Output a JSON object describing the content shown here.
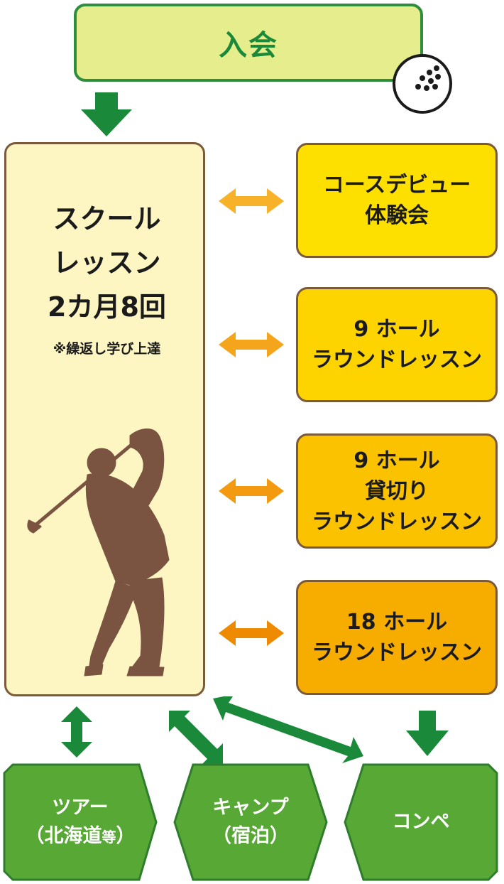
{
  "join": {
    "label": "入会"
  },
  "school": {
    "title_lines": [
      "スクール",
      "レッスン",
      "2カ月8回"
    ],
    "note": "※繰返し学び上達"
  },
  "round_lessons": [
    {
      "lines": [
        "コースデビュー",
        "体験会"
      ],
      "color": "#fde000"
    },
    {
      "lines": [
        "9 ホール",
        "ラウンドレッスン"
      ],
      "color": "#fdd300"
    },
    {
      "lines": [
        "9 ホール",
        "貸切り",
        "ラウンドレッスン"
      ],
      "color": "#fbc200"
    },
    {
      "lines": [
        "18 ホール",
        "ラウンドレッスン"
      ],
      "color": "#f7ad00"
    }
  ],
  "events": {
    "tour": {
      "line1": "ツアー",
      "line2_main": "（北海道",
      "line2_small": "等",
      "line2_end": "）"
    },
    "camp": {
      "line1": "キャンプ",
      "line2": "（宿泊）"
    },
    "compe": {
      "line1": "コンペ"
    }
  },
  "colors": {
    "green_dark": "#1a8a3a",
    "green_box": "#57a834",
    "green_border": "#2f7d2c",
    "arrow_orange_light": "#f8b22a",
    "arrow_orange_mid": "#f39a10",
    "arrow_orange_dark": "#ee8a00",
    "golfer_brown": "#7a5440"
  },
  "icons": {
    "golf_ball": "golf-ball-icon",
    "golfer": "golfer-silhouette"
  }
}
